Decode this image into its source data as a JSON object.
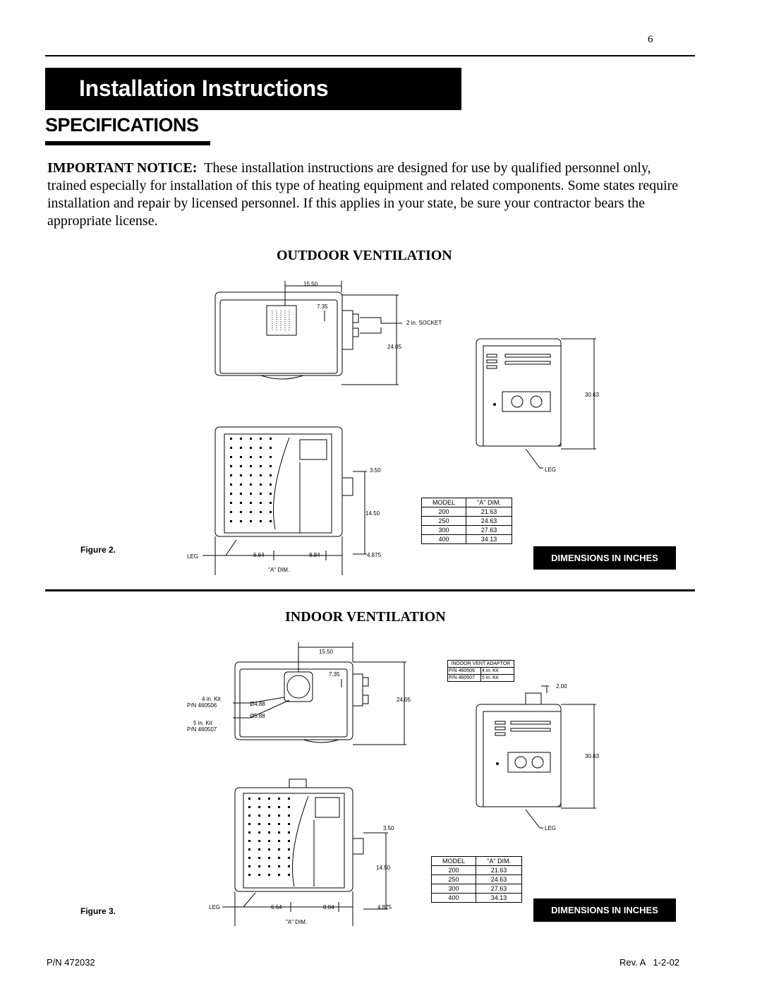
{
  "page_number": "6",
  "header": {
    "title": "Installation Instructions"
  },
  "section_title": "SPECIFICATIONS",
  "notice": {
    "label": "IMPORTANT NOTICE:",
    "text": "These installation instructions are designed for use by qualified personnel only, trained especially for installation of this type of heating equipment and related components. Some states require installation and repair by licensed personnel. If this applies in your state, be sure your contractor bears the appropriate license."
  },
  "outdoor": {
    "heading": "OUTDOOR VENTILATION",
    "figure_label": "Figure 2.",
    "dims": {
      "top_width": "15.50",
      "vent_offset": "7.35",
      "socket": "2 in. SOCKET",
      "depth": "24.05",
      "height": "30.63",
      "leg": "LEG",
      "side_offset": "3.50",
      "side_height": "14.50",
      "front_left": "6.64",
      "front_mid": "8.84",
      "front_right": "4.875",
      "a_dim": "\"A\" DIM."
    },
    "table": {
      "headers": [
        "MODEL",
        "\"A\" DIM."
      ],
      "rows": [
        [
          "200",
          "21.63"
        ],
        [
          "250",
          "24.63"
        ],
        [
          "300",
          "27.63"
        ],
        [
          "400",
          "34.13"
        ]
      ]
    },
    "dimensions_label": "DIMENSIONS IN INCHES"
  },
  "indoor": {
    "heading": "INDOOR VENTILATION",
    "figure_label": "Figure 3.",
    "dims": {
      "top_width": "15.50",
      "vent_offset": "7.35",
      "depth": "24.05",
      "height": "30.63",
      "adaptor_height": "2.00",
      "leg": "LEG",
      "side_offset": "3.50",
      "side_height": "14.50",
      "front_left": "6.64",
      "front_mid": "8.84",
      "front_right": "4.875",
      "a_dim": "\"A\" DIM.",
      "kit4": "4 in. Kit",
      "pn4": "P/N 460506",
      "dia4": "Ø4.88",
      "kit5": "5 in. Kit",
      "pn5": "P/N 460507",
      "dia5": "Ø5.88"
    },
    "adaptor_table": {
      "title": "INDOOR VENT ADAPTOR",
      "rows": [
        [
          "P/N 460506",
          "4 in. Kit"
        ],
        [
          "P/N 460507",
          "5 in. Kit"
        ]
      ]
    },
    "table": {
      "headers": [
        "MODEL",
        "\"A\" DIM."
      ],
      "rows": [
        [
          "200",
          "21.63"
        ],
        [
          "250",
          "24.63"
        ],
        [
          "300",
          "27.63"
        ],
        [
          "400",
          "34.13"
        ]
      ]
    },
    "dimensions_label": "DIMENSIONS IN INCHES"
  },
  "footer": {
    "part_number": "P/N 472032",
    "revision": "Rev. A   1-2-02"
  }
}
